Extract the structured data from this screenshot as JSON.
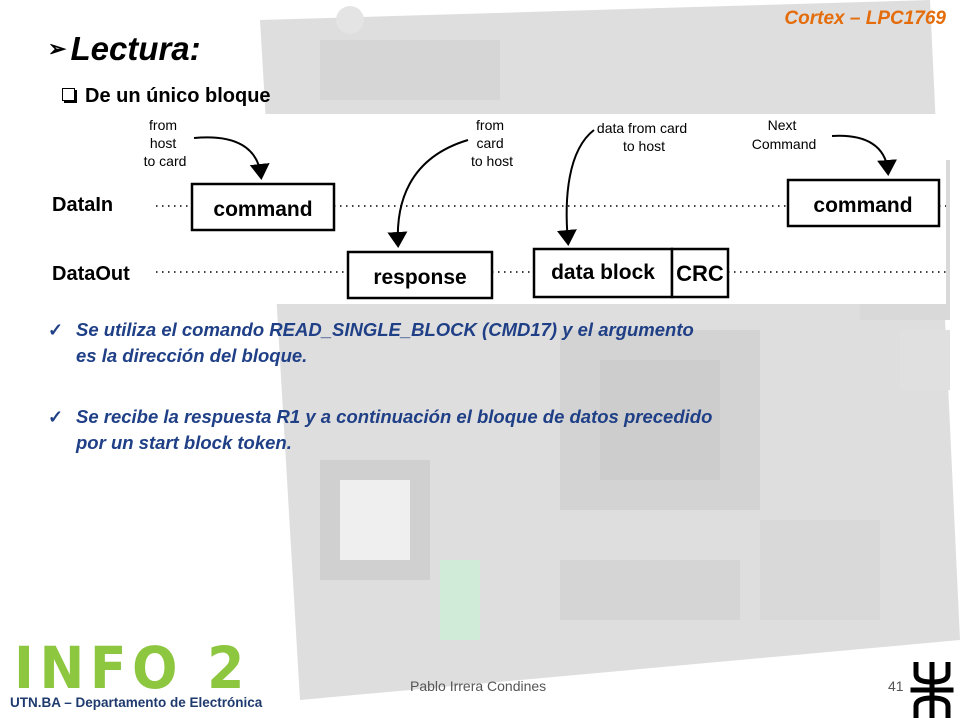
{
  "header": {
    "brand": "Cortex – LPC1769",
    "title": "Lectura:",
    "subtitle": "De un único bloque"
  },
  "diagram": {
    "labels": {
      "from_host_to_card": [
        "from",
        "host",
        "to card"
      ],
      "from_card_to_host": [
        "from",
        "card",
        "to host"
      ],
      "data_from_card": [
        "data from card",
        "to host"
      ],
      "next_command": [
        "Next",
        "Command"
      ]
    },
    "signals": {
      "data_in": "DataIn",
      "data_out": "DataOut"
    },
    "boxes": {
      "command_1": "command",
      "response": "response",
      "data_block": "data block",
      "crc": "CRC",
      "command_2": "command"
    }
  },
  "bullets": [
    {
      "lines": [
        "Se utiliza el comando READ_SINGLE_BLOCK (CMD17) y el argumento",
        "es la dirección del bloque."
      ]
    },
    {
      "lines": [
        "Se recibe la respuesta R1 y a continuación el bloque de datos precedido",
        "por un start block token."
      ]
    }
  ],
  "footer": {
    "author": "Pablo Irrera Condines",
    "page": "41",
    "logo_text": "INFO 2",
    "department": "UTN.BA – Departamento de Electrónica"
  },
  "icons": {
    "title_marker": "arrow-right-icon",
    "subtitle_marker": "checkbox-icon",
    "bullet_marker": "check-icon",
    "footer_logo": "utn-logo-icon"
  },
  "colors": {
    "brand": "#e46c0a",
    "bullet_text": "#1f3f86",
    "logo_green": "#8dc63f",
    "department": "#1e3a6e"
  }
}
